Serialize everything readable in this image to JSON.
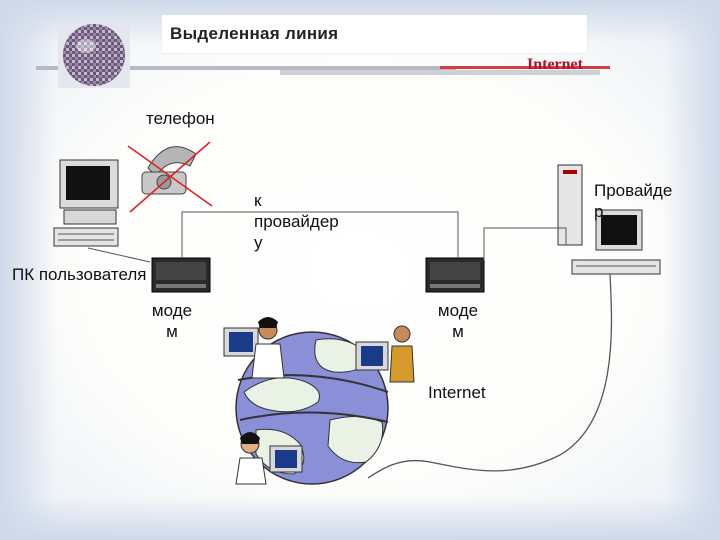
{
  "title": "Выделенная линия",
  "internet_label_top": "Internet",
  "phone_label": "телефон",
  "to_provider_label": [
    "к",
    "провайдер",
    "у"
  ],
  "provider_label": [
    "Провайде",
    "р"
  ],
  "user_pc_label": "ПК пользователя",
  "modem_left_label": [
    "моде",
    "м"
  ],
  "modem_right_label": [
    "моде",
    "м"
  ],
  "internet_label_globe": "Internet",
  "colors": {
    "accent_red": "#b0102a",
    "line": "#555555",
    "globe": "#8a8fd8",
    "bar_gray": "#a8a8b8",
    "bar_red": "#d04040"
  }
}
